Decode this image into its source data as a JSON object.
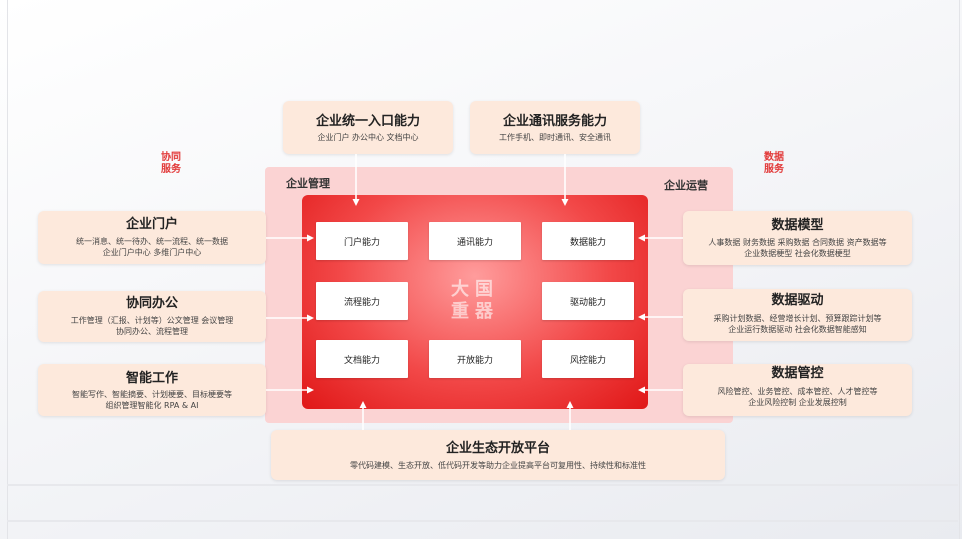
{
  "top_boxes": [
    {
      "title": "企业统一入口能力",
      "desc": [
        "企业门户 办公中心 文档中心"
      ]
    },
    {
      "title": "企业通讯服务能力",
      "desc": [
        "工作手机、即时通讯、安全通讯"
      ]
    }
  ],
  "side_tags": {
    "left": [
      "协同",
      "服务"
    ],
    "right": [
      "数据",
      "服务"
    ]
  },
  "left_cards": [
    {
      "title": "企业门户",
      "desc": [
        "统一消息、统一待办、统一流程、统一数据",
        "企业门户中心 多维门户中心"
      ]
    },
    {
      "title": "协同办公",
      "desc": [
        "工作管理（汇报、计划等）公文管理 会议管理",
        "协同办公、流程管理"
      ]
    },
    {
      "title": "智能工作",
      "desc": [
        "智能写作、智能摘要、计划梗要、目标梗要等",
        "组织管理智能化 RPA & AI"
      ]
    }
  ],
  "right_cards": [
    {
      "title": "数据模型",
      "desc": [
        "人事数据 财务数据 采购数据 合同数据 资产数据等",
        "企业数据梗型 社会化数据梗型"
      ]
    },
    {
      "title": "数据驱动",
      "desc": [
        "采购计划数据、经营增长计划、预算跟踪计划等",
        "企业运行数据驱动 社会化数据智能感知"
      ]
    },
    {
      "title": "数据管控",
      "desc": [
        "风险管控、业务管控、成本管控、人才管控等",
        "企业风险控制 企业发展控制"
      ]
    }
  ],
  "center": {
    "outer_left_label": "企业管理",
    "outer_right_label": "企业运营",
    "capabilities": [
      "门户能力",
      "通讯能力",
      "数据能力",
      "流程能力",
      "驱动能力",
      "文档能力",
      "开放能力",
      "风控能力"
    ],
    "logo_chars": [
      "大",
      "国",
      "重",
      "器"
    ]
  },
  "bottom_box": {
    "title": "企业生态开放平台",
    "desc": [
      "零代码建模、生态开放、低代码开发等助力企业提高平台可复用性、持续性和标准性"
    ]
  }
}
